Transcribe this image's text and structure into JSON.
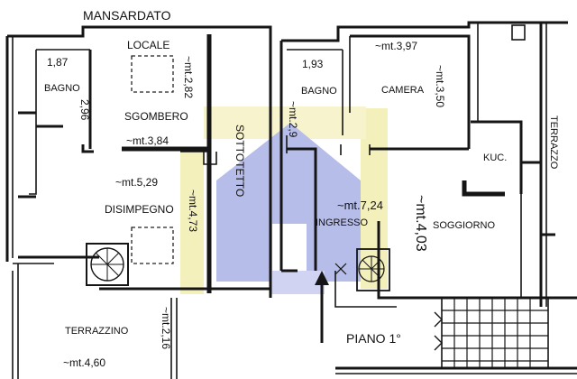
{
  "labels": {
    "mansardato": "MANSARDATO",
    "locale": "LOCALE",
    "sgombero": "SGOMBERO",
    "bagno_left": "BAGNO",
    "bagno_right": "BAGNO",
    "camera": "CAMERA",
    "kuc": "KUC.",
    "terrazzo": "TERRAZZO",
    "sottotetto": "SOTTOTETTO",
    "disimpegno": "DISIMPEGNO",
    "ingresso": "INGRESSO",
    "soggiorno": "SOGGIORNO",
    "terrazzino": "TERRAZZINO",
    "piano": "PIANO 1°"
  },
  "dimensions": {
    "d_1_87": "1,87",
    "d_2_96": "2,96",
    "d_mt_2_82": "~mt.2,82",
    "d_mt_3_84": "~mt.3,84",
    "d_mt_5_29": "~mt.5,29",
    "d_mt_4_73": "~mt.4,73",
    "d_mt_2_16": "~mt.2,16",
    "d_mt_4_60": "~mt.4,60",
    "d_1_93": "1,93",
    "d_mt_2_9": "~mt.2,9",
    "d_mt_3_97": "~mt.3,97",
    "d_mt_3_50": "~mt.3,50",
    "d_mt_7_24": "~mt.7,24",
    "d_mt_4_03": "~mt.4,03"
  },
  "colors": {
    "watermark_yellow": "#f3eeb0",
    "watermark_blue": "#aab2e6",
    "wall": "#151515"
  },
  "icons": {
    "entrance_arrow": "arrow-up-icon",
    "spiral_stair": "spiral-staircase-icon",
    "watermark": "house-watermark-icon"
  }
}
